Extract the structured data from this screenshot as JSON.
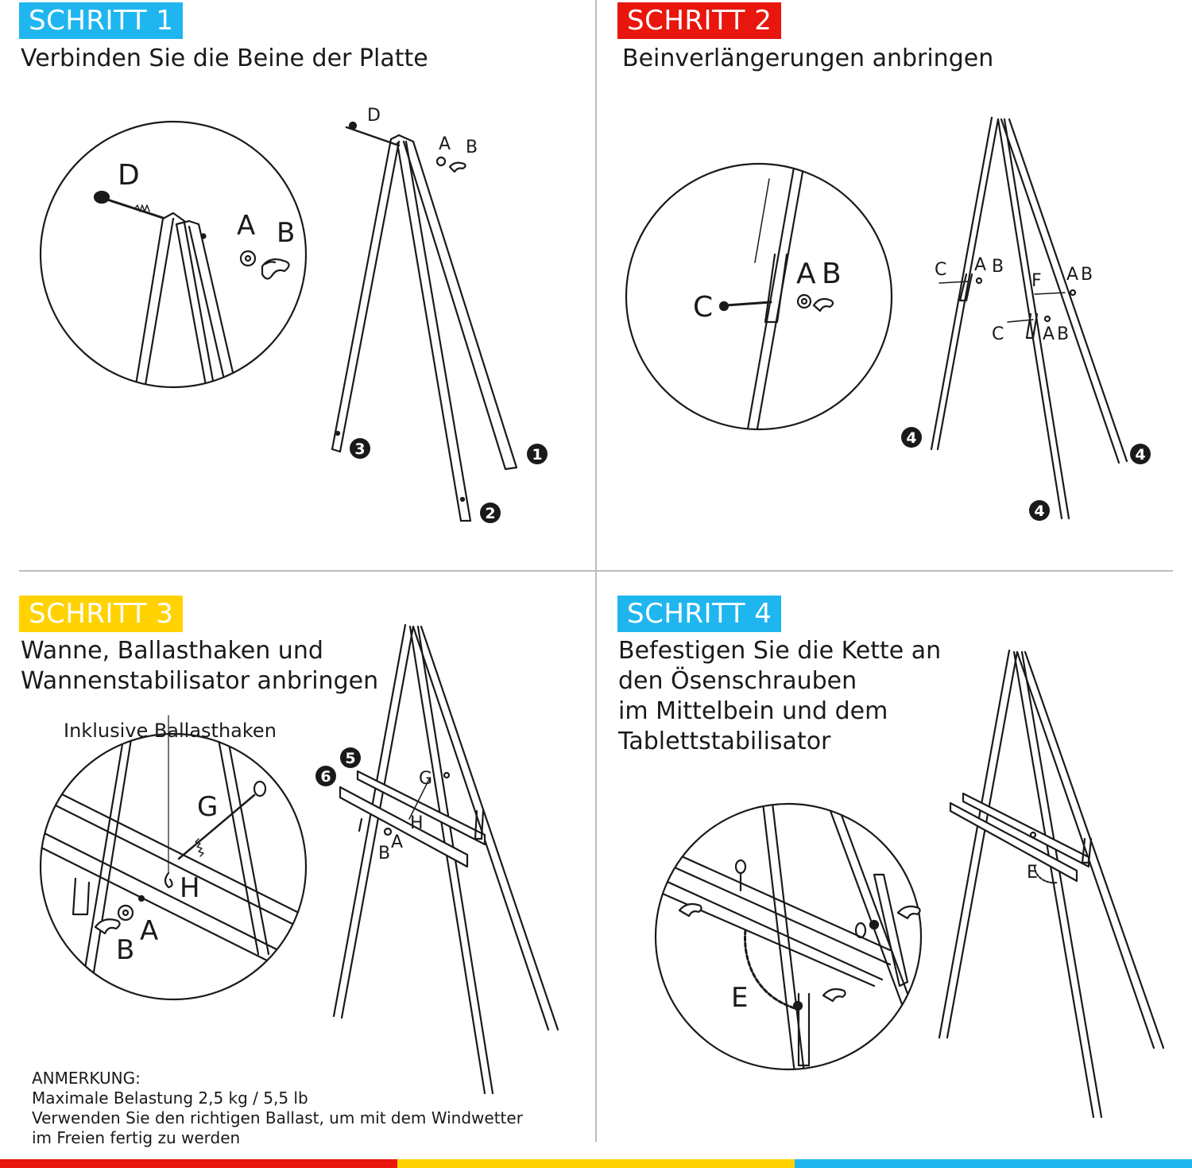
{
  "colors": {
    "red": "#e8160c",
    "yellow": "#ffd200",
    "cyan": "#1fb6f0",
    "line": "#1a1a1a"
  },
  "step1": {
    "badge": "SCHRITT 1",
    "title": "Verbinden Sie die Beine der Platte"
  },
  "step2": {
    "badge": "SCHRITT 2",
    "title": "Beinverlängerungen anbringen"
  },
  "step3": {
    "badge": "SCHRITT 3",
    "title_line1": "Wanne, Ballasthaken und",
    "title_line2": "Wannenstabilisator anbringen",
    "callout": "Inklusive Ballasthaken"
  },
  "step4": {
    "badge": "SCHRITT 4",
    "title_line1": "Befestigen Sie die Kette an",
    "title_line2": "den Ösenschrauben",
    "title_line3": "im Mittelbein und dem",
    "title_line4": "Tablettstabilisator"
  },
  "note": {
    "heading": "ANMERKUNG:",
    "line1": "Maximale Belastung 2,5 kg / 5,5 lb",
    "line2": "Verwenden Sie den richtigen Ballast, um mit dem Windwetter",
    "line3": "im Freien fertig zu werden"
  },
  "part_labels": {
    "A": "A",
    "B": "B",
    "C": "C",
    "D": "D",
    "E": "E",
    "F": "F",
    "G": "G",
    "H": "H"
  },
  "leg_numbers": {
    "n1": "1",
    "n2": "2",
    "n3": "3",
    "n4": "4",
    "n5": "5",
    "n6": "6"
  }
}
